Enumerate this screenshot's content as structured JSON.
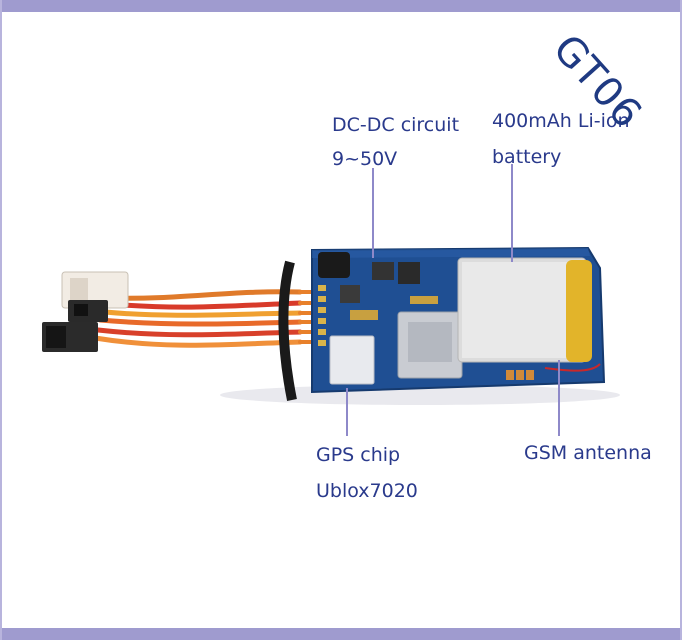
{
  "watermark": "GT06",
  "callouts": {
    "dcdc_line1": "DC-DC circuit",
    "dcdc_line2": "9~50V",
    "battery_line1": "400mAh Li-ion",
    "battery_line2": "battery",
    "gps_line1": "GPS chip",
    "gps_line2": "Ublox7020",
    "gsm_line1": "GSM antenna"
  },
  "colors": {
    "label_text": "#2a3a8c",
    "leader_line": "#8e89c9",
    "frame": "#9f9bcf",
    "pcb": "#1d4a8c",
    "battery": "#d9d9d9",
    "battery_edge": "#e0b020"
  }
}
